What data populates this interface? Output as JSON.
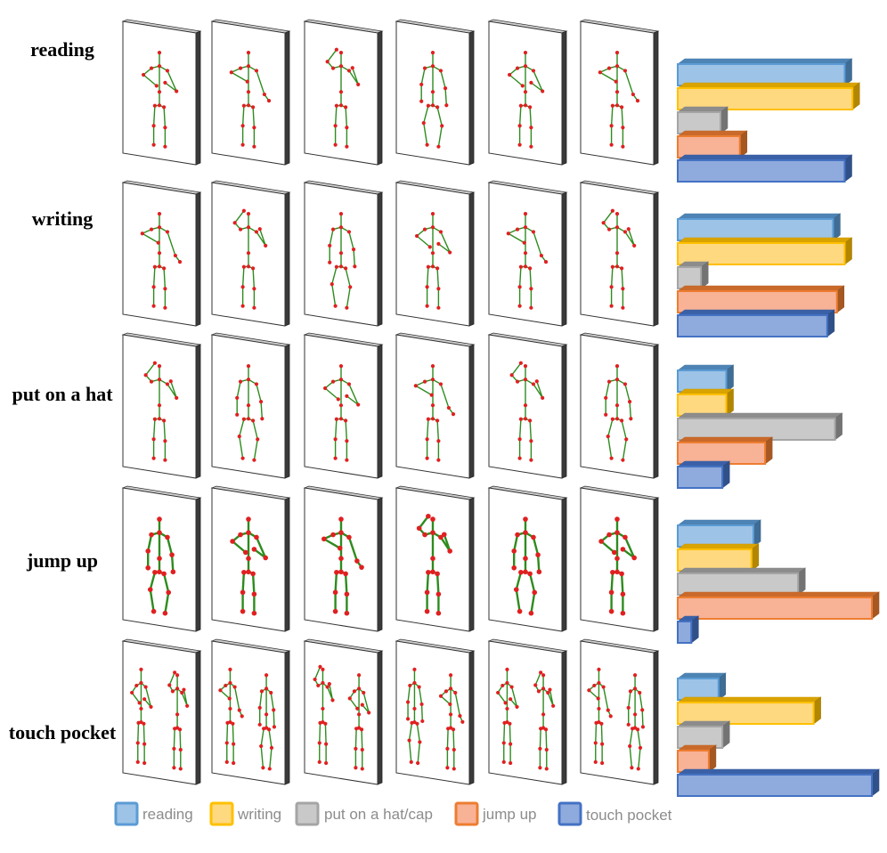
{
  "rows": [
    {
      "label": "reading"
    },
    {
      "label": "writing"
    },
    {
      "label": "put on a hat"
    },
    {
      "label": "jump up"
    },
    {
      "label": "touch pocket"
    }
  ],
  "legend": [
    {
      "name": "reading",
      "color": "#9dc3e6",
      "border": "#5b9bd5"
    },
    {
      "name": "writing",
      "color": "#ffd97f",
      "border": "#ffc000"
    },
    {
      "name": "put on a hat/cap",
      "color": "#c9c9c9",
      "border": "#a5a5a5"
    },
    {
      "name": "jump up",
      "color": "#f8b296",
      "border": "#ed7d31"
    },
    {
      "name": "touch pocket",
      "color": "#8faadc",
      "border": "#4472c4"
    }
  ],
  "colors": {
    "skeleton_bone": "#2e8b1e",
    "skeleton_joint": "#e02020"
  },
  "chart_data": {
    "type": "bar",
    "orientation": "horizontal",
    "series_names": [
      "reading",
      "writing",
      "put on a hat/cap",
      "jump up",
      "touch pocket"
    ],
    "groups": [
      {
        "row": "reading",
        "values": [
          0.86,
          0.9,
          0.22,
          0.32,
          0.86
        ]
      },
      {
        "row": "writing",
        "values": [
          0.8,
          0.86,
          0.12,
          0.82,
          0.77
        ]
      },
      {
        "row": "put on a hat",
        "values": [
          0.25,
          0.25,
          0.81,
          0.45,
          0.23
        ]
      },
      {
        "row": "jump up",
        "values": [
          0.39,
          0.38,
          0.62,
          1.0,
          0.07
        ]
      },
      {
        "row": "touch pocket",
        "values": [
          0.21,
          0.7,
          0.23,
          0.16,
          1.0
        ]
      }
    ]
  }
}
